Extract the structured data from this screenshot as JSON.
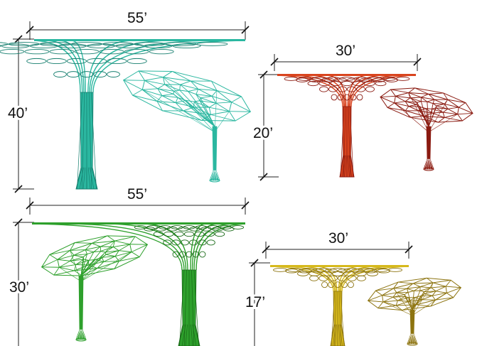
{
  "colors": {
    "teal": "#2bb7a0",
    "teal_dark": "#157e6e",
    "red": "#d9441e",
    "red_dark": "#8a1a10",
    "green": "#2ea02c",
    "green_dark": "#1a6b18",
    "yellow": "#d6b91c",
    "yellow_dark": "#8d7410"
  },
  "structures": [
    {
      "id": "teal",
      "width_label": "55’",
      "height_label": "40’",
      "color": "teal"
    },
    {
      "id": "red",
      "width_label": "30’",
      "height_label": "20’",
      "color": "red"
    },
    {
      "id": "green",
      "width_label": "55’",
      "height_label": "30’",
      "color": "green"
    },
    {
      "id": "yellow",
      "width_label": "30’",
      "height_label": "17’",
      "color": "yellow"
    }
  ]
}
